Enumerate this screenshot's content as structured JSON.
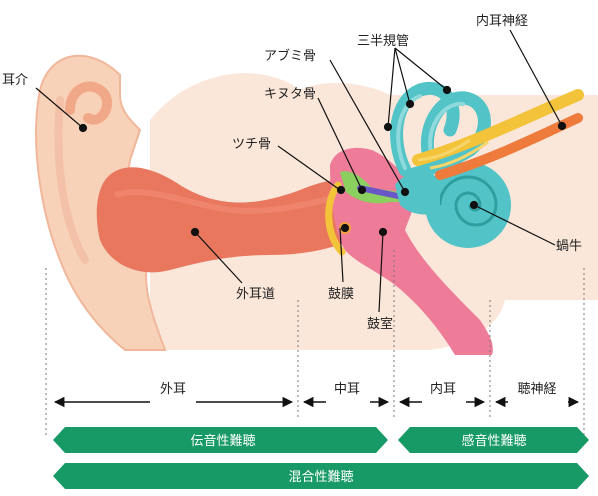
{
  "labels": {
    "auricle": "耳介",
    "ear_canal": "外耳道",
    "eardrum": "鼓膜",
    "tympanic_cavity": "鼓室",
    "malleus": "ツチ骨",
    "incus": "キヌタ骨",
    "stapes": "アブミ骨",
    "semicircular_canals": "三半規管",
    "inner_ear_nerve": "内耳神経",
    "cochlea": "蝸牛"
  },
  "segments": {
    "outer_ear": "外耳",
    "middle_ear": "中耳",
    "inner_ear": "内耳",
    "auditory_nerve": "聴神経"
  },
  "bars": {
    "conductive": "伝音性難聴",
    "sensorineural": "感音性難聴",
    "mixed": "混合性難聴"
  },
  "colors": {
    "bar_green": "#179a66",
    "skin": "#f9dcc8",
    "canal": "#e9775e",
    "cavity": "#ee7c98",
    "cochlea": "#52c3c6",
    "nerve": "#f3c33a"
  }
}
